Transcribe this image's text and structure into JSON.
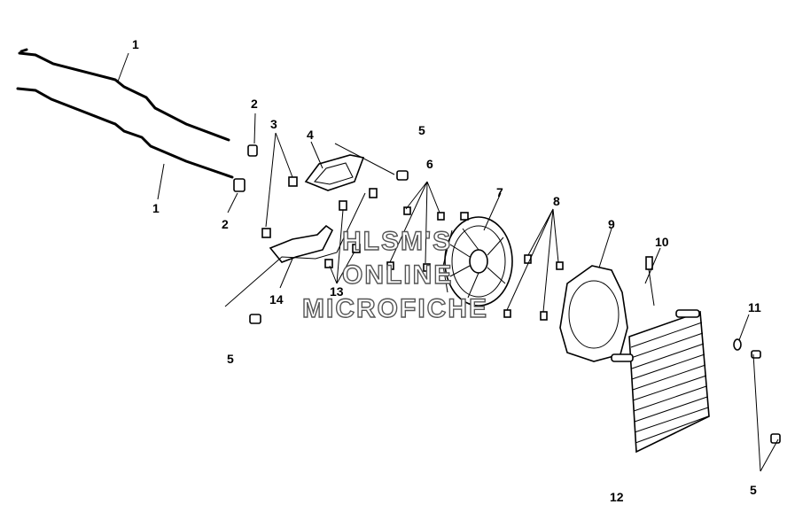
{
  "watermark": {
    "line1": "HLSM'S",
    "line2": "ONLINE",
    "line3": "MICROFICHE"
  },
  "callouts": [
    {
      "id": "c1a",
      "text": "1"
    },
    {
      "id": "c1b",
      "text": "1"
    },
    {
      "id": "c2a",
      "text": "2"
    },
    {
      "id": "c2b",
      "text": "2"
    },
    {
      "id": "c3",
      "text": "3"
    },
    {
      "id": "c4",
      "text": "4"
    },
    {
      "id": "c5a",
      "text": "5"
    },
    {
      "id": "c5b",
      "text": "5"
    },
    {
      "id": "c5c",
      "text": "5"
    },
    {
      "id": "c6",
      "text": "6"
    },
    {
      "id": "c7",
      "text": "7"
    },
    {
      "id": "c8",
      "text": "8"
    },
    {
      "id": "c9",
      "text": "9"
    },
    {
      "id": "c10",
      "text": "10"
    },
    {
      "id": "c11",
      "text": "11"
    },
    {
      "id": "c12",
      "text": "12"
    },
    {
      "id": "c13",
      "text": "13"
    },
    {
      "id": "c14",
      "text": "14"
    }
  ]
}
